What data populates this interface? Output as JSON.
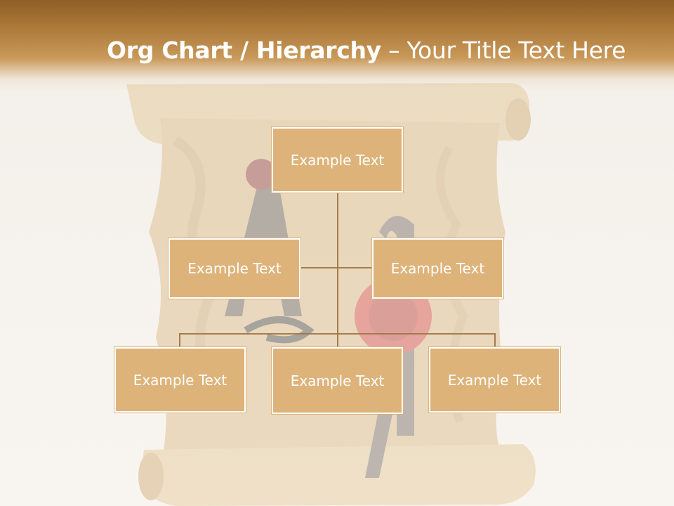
{
  "slide": {
    "title_bold": "Org Chart / Hierarchy",
    "title_separator": " – ",
    "title_rest": "Your Title Text Here"
  },
  "org_chart": {
    "root": {
      "label": "Example Text"
    },
    "assistants": [
      {
        "label": "Example Text"
      },
      {
        "label": "Example Text"
      }
    ],
    "children": [
      {
        "label": "Example Text"
      },
      {
        "label": "Example Text"
      },
      {
        "label": "Example Text"
      }
    ]
  },
  "colors": {
    "header_dark": "#8d5f24",
    "node_fill": "#ddb37a",
    "node_border": "#ffffff",
    "connector": "#a47b4b",
    "node_text": "#ffffff"
  }
}
